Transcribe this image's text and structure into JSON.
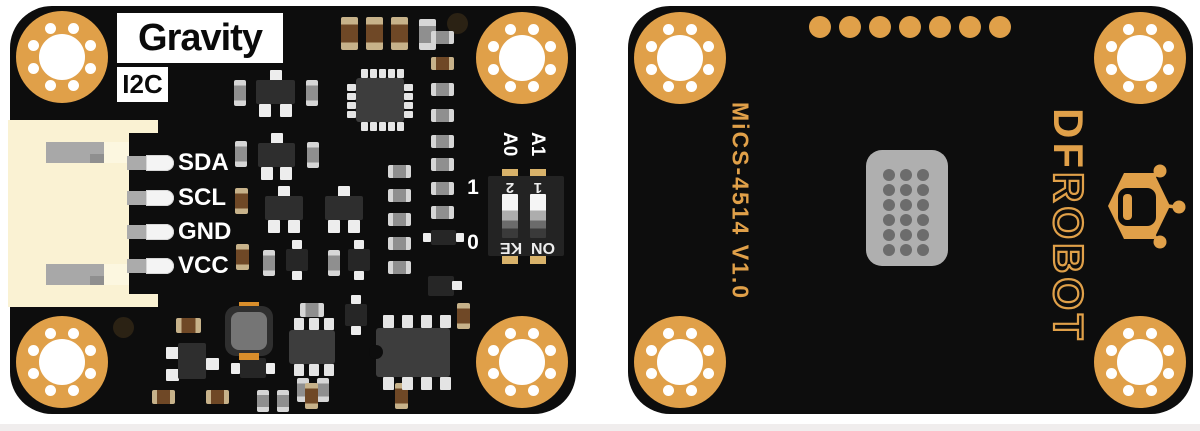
{
  "front_board": {
    "brand_badge": "Gravity",
    "interface_badge": "I2C",
    "pin_labels": [
      "SDA",
      "SCL",
      "GND",
      "VCC"
    ],
    "dip_switch": {
      "channel_labels": [
        "A0",
        "A1"
      ],
      "position_labels": [
        "1",
        "0"
      ],
      "top_markings": [
        "2",
        "1"
      ],
      "bottom_markings": [
        "KE",
        "ON"
      ]
    }
  },
  "back_board": {
    "silkscreen_label": "MiCS-4514 V1.0",
    "logo_text_solid": "DF",
    "logo_text_outline": "ROBOT"
  },
  "colors": {
    "board": "#0d0d0d",
    "gold": "#E0A049",
    "connector": "#FAF2D3",
    "silkscreen": "#FFFFFF",
    "sensor_body": "#AFAFAF",
    "sensor_dots": "#6C6C6C"
  }
}
